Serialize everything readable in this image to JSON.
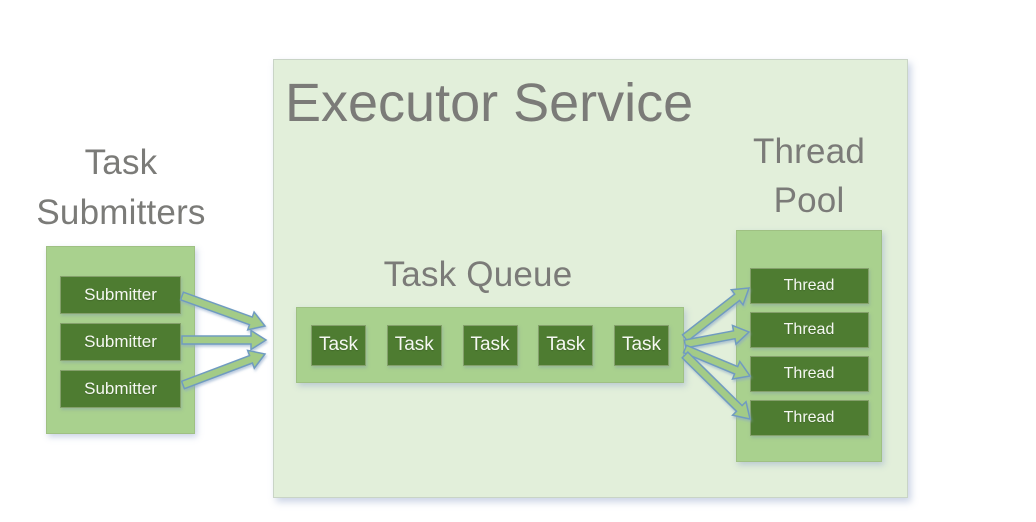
{
  "colors": {
    "page_bg": "#ffffff",
    "panel_light": "#e2efda",
    "panel_light_border": "#c9d4c6",
    "panel_mid": "#a9d18e",
    "panel_mid_border": "#9fc083",
    "box_dark": "#4e7c31",
    "box_dark_border": "#84a06b",
    "text_gray": "#7b7b78",
    "text_white": "#f5f8f2",
    "arrow_fill": "#a3cb87",
    "arrow_stroke": "#6f9bc0"
  },
  "diagram": {
    "title": "Executor Service",
    "task_submitters": {
      "label_line1": "Task",
      "label_line2": "Submitters",
      "items": [
        "Submitter",
        "Submitter",
        "Submitter"
      ]
    },
    "task_queue": {
      "label": "Task Queue",
      "items": [
        "Task",
        "Task",
        "Task",
        "Task",
        "Task"
      ]
    },
    "thread_pool": {
      "label_line1": "Thread",
      "label_line2": "Pool",
      "items": [
        "Thread",
        "Thread",
        "Thread",
        "Thread"
      ]
    },
    "arrows": {
      "submitters_to_queue_count": 3,
      "queue_to_threads_count": 4
    }
  }
}
